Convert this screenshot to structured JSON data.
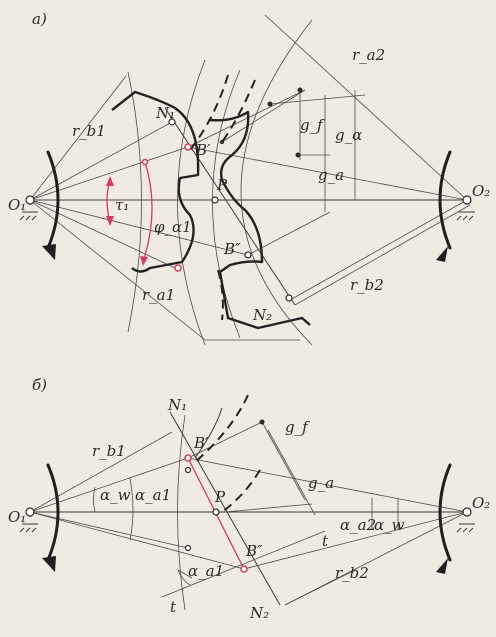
{
  "panel_a": {
    "caption": "а)",
    "labels": {
      "O1": "O₁",
      "O2": "O₂",
      "N1": "N₁",
      "N2": "N₂",
      "Bp": "B′",
      "Bpp": "B″",
      "P": "P",
      "rb1": "r_b1",
      "ra1": "r_a1",
      "ra2": "r_a2",
      "rb2": "r_b2",
      "gf": "g_f",
      "ga": "g_a",
      "galpha": "g_α",
      "tau1": "τ₁",
      "phia1": "φ_α1"
    }
  },
  "panel_b": {
    "caption": "б)",
    "labels": {
      "O1": "O₁",
      "O2": "O₂",
      "N1": "N₁",
      "N2": "N₂",
      "Bp": "B′",
      "Bpp": "B″",
      "P": "P",
      "rb1": "r_b1",
      "rb2": "r_b2",
      "gf": "g_f",
      "ga": "g_a",
      "alpha_w_left": "α_w",
      "alpha_a1_left": "α_a1",
      "alpha_a1_low": "α_a1",
      "alpha_a2": "α_a2",
      "alpha_w_right": "α_w",
      "t_right": "t",
      "t_low": "t"
    }
  },
  "colors": {
    "accent": "#d6385e",
    "ink": "#2a2a2a",
    "paper": "#efebe2"
  }
}
